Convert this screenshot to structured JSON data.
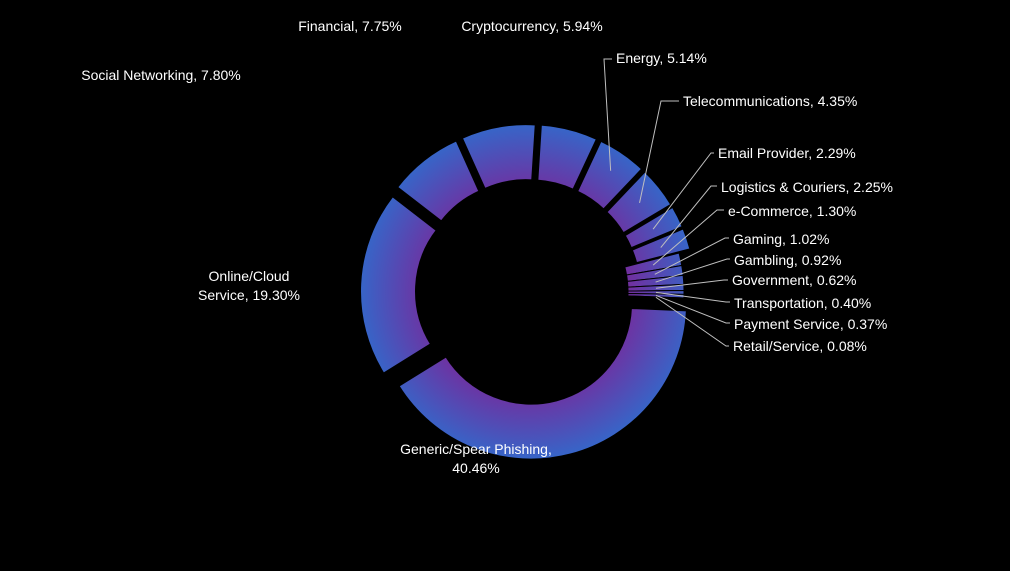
{
  "chart_data": {
    "type": "pie",
    "title": "",
    "gradient": {
      "outer": "#1188e2",
      "inner": "#7030a0"
    },
    "background": "#000000",
    "slices": [
      {
        "label": "Generic/Spear Phishing, 40.46%",
        "value": 40.46
      },
      {
        "label": "Online/Cloud Service, 19.30%",
        "value": 19.3
      },
      {
        "label": "Social Networking, 7.80%",
        "value": 7.8
      },
      {
        "label": "Financial, 7.75%",
        "value": 7.75
      },
      {
        "label": "Cryptocurrency, 5.94%",
        "value": 5.94
      },
      {
        "label": "Energy, 5.14%",
        "value": 5.14
      },
      {
        "label": "Telecommunications, 4.35%",
        "value": 4.35
      },
      {
        "label": "Email Provider, 2.29%",
        "value": 2.29
      },
      {
        "label": "Logistics & Couriers, 2.25%",
        "value": 2.25
      },
      {
        "label": "e-Commerce, 1.30%",
        "value": 1.3
      },
      {
        "label": "Gaming, 1.02%",
        "value": 1.02
      },
      {
        "label": "Gambling, 0.92%",
        "value": 0.92
      },
      {
        "label": "Government, 0.62%",
        "value": 0.62
      },
      {
        "label": "Transportation, 0.40%",
        "value": 0.4
      },
      {
        "label": "Payment Service, 0.37%",
        "value": 0.37
      },
      {
        "label": "Retail/Service, 0.08%",
        "value": 0.08
      }
    ]
  }
}
